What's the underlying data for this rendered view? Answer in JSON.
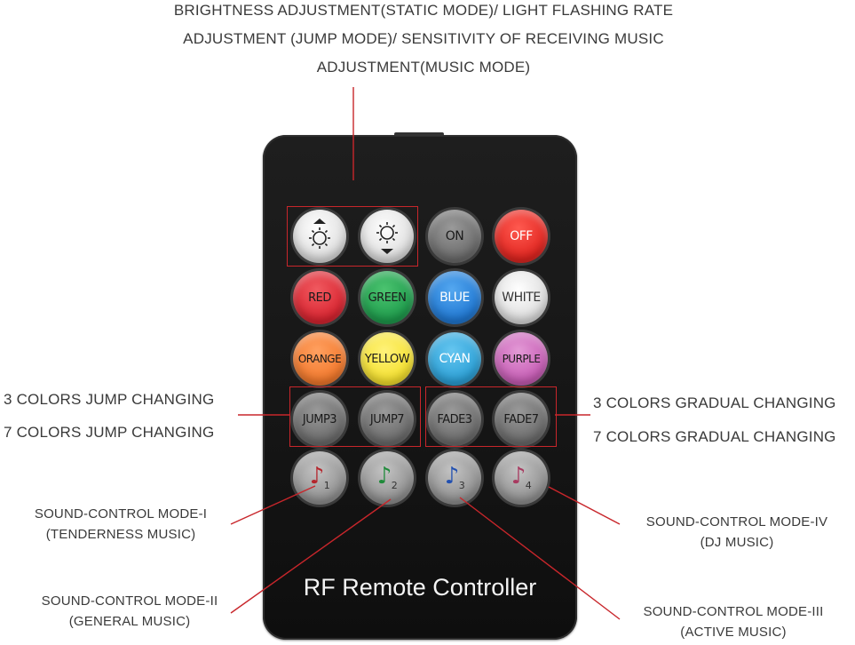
{
  "annotations": {
    "top_line1": "BRIGHTNESS ADJUSTMENT(STATIC MODE)/ LIGHT FLASHING RATE",
    "top_line2": "ADJUSTMENT (JUMP MODE)/ SENSITIVITY OF RECEIVING MUSIC",
    "top_line3": "ADJUSTMENT(MUSIC MODE)",
    "jump3": "3 COLORS JUMP CHANGING",
    "jump7": "7 COLORS JUMP CHANGING",
    "fade3": "3 COLORS GRADUAL CHANGING",
    "fade7": "7 COLORS GRADUAL CHANGING",
    "mode1_line1": "SOUND-CONTROL MODE-I",
    "mode1_line2": "(TENDERNESS MUSIC)",
    "mode2_line1": "SOUND-CONTROL MODE-II",
    "mode2_line2": "(GENERAL MUSIC)",
    "mode3_line1": "SOUND-CONTROL MODE-III",
    "mode3_line2": "(ACTIVE MUSIC)",
    "mode4_line1": "SOUND-CONTROL MODE-IV",
    "mode4_line2": "(DJ MUSIC)"
  },
  "remote": {
    "brand": "RF Remote Controller",
    "buttons": {
      "on": "ON",
      "off": "OFF",
      "red": "RED",
      "green": "GREEN",
      "blue": "BLUE",
      "white": "WHITE",
      "orange": "ORANGE",
      "yellow": "YELLOW",
      "cyan": "CYAN",
      "purple": "PURPLE",
      "jump3": "JUMP3",
      "jump7": "JUMP7",
      "fade3": "FADE3",
      "fade7": "FADE7",
      "music1": "1",
      "music2": "2",
      "music3": "3",
      "music4": "4"
    }
  },
  "colors": {
    "on": "#6e6e6e",
    "off": "#e0241f",
    "red": "#d8232f",
    "green": "#1d9a4b",
    "blue": "#1f77d2",
    "white": "#f2f2f2",
    "orange": "#f2782b",
    "yellow": "#f4e02c",
    "cyan": "#2a9fd6",
    "purple": "#c65bb4",
    "annotation_line": "#c8262b",
    "note1": "#b4262d",
    "note2": "#1f8a3a",
    "note3": "#2250b0",
    "note4": "#a83a60"
  }
}
